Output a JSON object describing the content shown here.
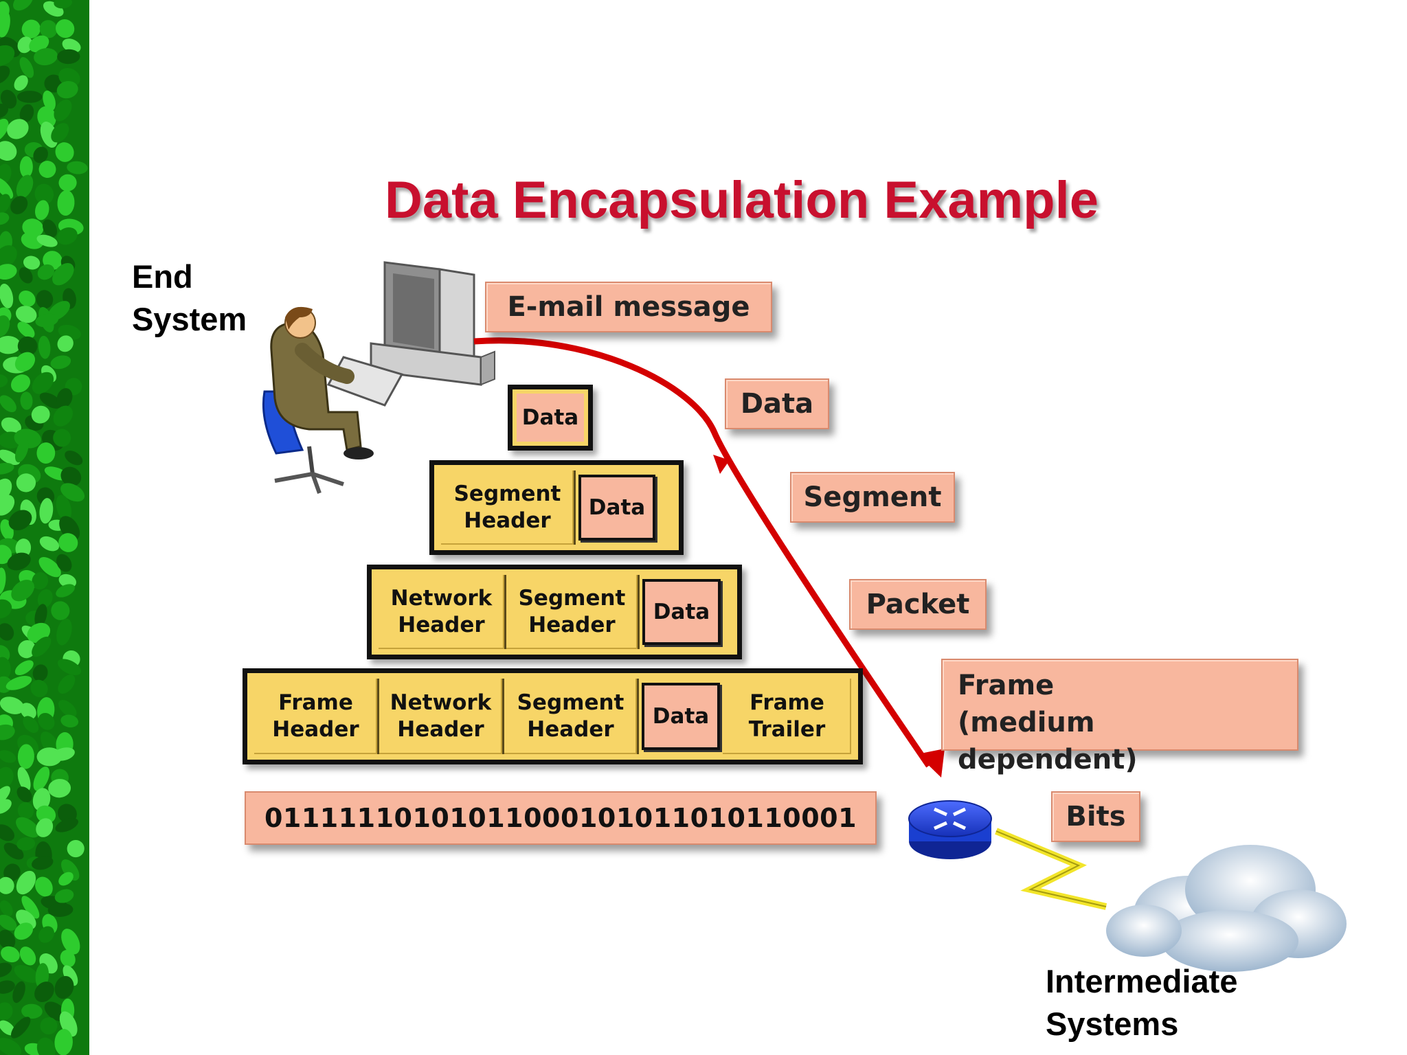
{
  "title": "Data Encapsulation Example",
  "end_system": [
    "End",
    "System"
  ],
  "intermediate_systems": [
    "Intermediate",
    "Systems"
  ],
  "layer_labels": {
    "email": "E-mail message",
    "data": "Data",
    "segment": "Segment",
    "packet": "Packet",
    "frame": [
      "Frame",
      "(medium dependent)"
    ],
    "bits": "Bits"
  },
  "pyramid": {
    "row1": {
      "data": "Data"
    },
    "row2": {
      "segment_header": [
        "Segment",
        "Header"
      ],
      "data": "Data"
    },
    "row3": {
      "network_header": [
        "Network",
        "Header"
      ],
      "segment_header": [
        "Segment",
        "Header"
      ],
      "data": "Data"
    },
    "row4": {
      "frame_header": [
        "Frame",
        "Header"
      ],
      "network_header": [
        "Network",
        "Header"
      ],
      "segment_header": [
        "Segment",
        "Header"
      ],
      "data": "Data",
      "frame_trailer": [
        "Frame",
        "Trailer"
      ]
    }
  },
  "bit_string": "01111110101011000101011010110001",
  "colors": {
    "title": "#c8102e",
    "label_fill": "#f8b79e",
    "stack_fill": "#f7d567",
    "arrow": "#d40000",
    "border_green": "#1fa51f",
    "router": "#1a3fd0",
    "link": "#f2e52a"
  },
  "icons": [
    "leaf-border",
    "person-at-computer-icon",
    "router-icon",
    "cloud-icon",
    "serial-link-icon"
  ]
}
